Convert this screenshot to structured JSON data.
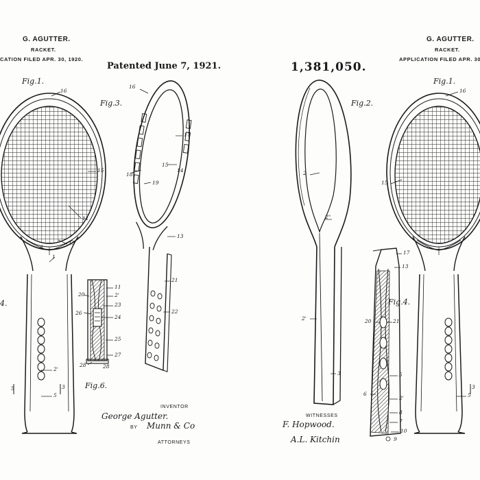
{
  "left_header": {
    "name": "G. AGUTTER.",
    "title": "RACKET.",
    "filed": "CATION FILED APR. 30, 1920."
  },
  "right_header": {
    "name": "G. AGUTTER.",
    "title": "RACKET.",
    "filed": "APPLICATION FILED APR. 30,"
  },
  "patented": "Patented June 7, 1921.",
  "patent_number": "1,381,050.",
  "figure_labels": {
    "fig1_left": "Fig.1.",
    "fig3": "Fig.3.",
    "fig4_left": "4.",
    "fig6": "Fig.6.",
    "fig2": "Fig.2.",
    "fig1_right": "Fig.1.",
    "fig4_right": "Fig.4."
  },
  "reference_numerals": {
    "left_racket": [
      "16",
      "15",
      "11",
      "4",
      "13",
      "1",
      "2'",
      "5",
      "5",
      "3"
    ],
    "fig3_frame": [
      "16",
      "17",
      "15",
      "14",
      "18",
      "19",
      "13",
      "21",
      "22"
    ],
    "fig6_section": [
      "11",
      "2'",
      "23",
      "20",
      "26",
      "24",
      "25",
      "27",
      "28",
      "28"
    ],
    "fig2_frame": [
      "2",
      "2\"",
      "2'",
      "3"
    ],
    "fig4_section": [
      "17",
      "13",
      "20",
      "21",
      "5",
      "6",
      "2'",
      "8",
      "7",
      "10",
      "9"
    ],
    "right_racket": [
      "16",
      "15",
      "5",
      "3"
    ]
  },
  "inventor": {
    "label": "INVENTOR",
    "signature": "George Agutter.",
    "by": "BY",
    "attorney_signature": "Munn & Co",
    "attorneys_label": "ATTORNEYS"
  },
  "witnesses": {
    "label": "WITNESSES",
    "signature_1": "F. Hopwood.",
    "signature_2": "A.L. Kitchin"
  },
  "colors": {
    "ink": "#1a1a1a",
    "paper": "#fdfdfc"
  }
}
